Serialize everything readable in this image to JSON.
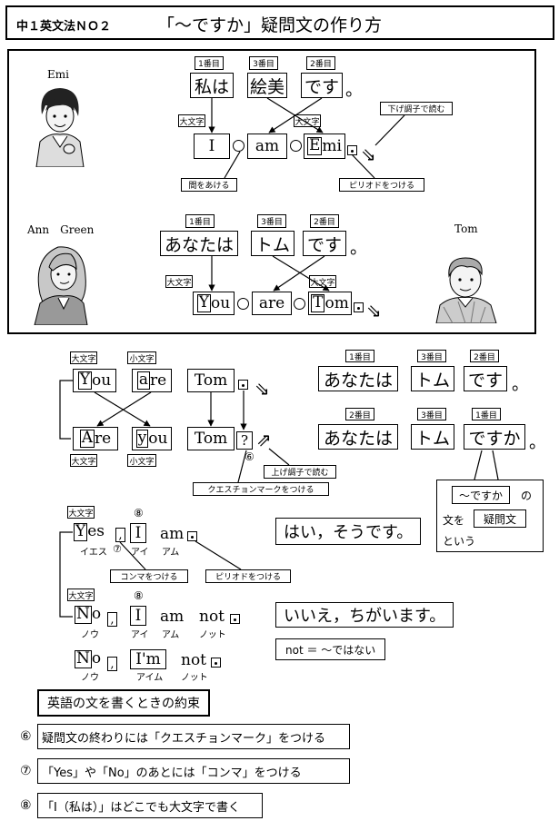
{
  "header": {
    "grade": "中１英文法ＮＯ２",
    "title": "「～ですか」疑問文の作り方"
  },
  "labels": {
    "first": "1番目",
    "second": "2番目",
    "third": "3番目",
    "capital": "大文字",
    "lowercase": "小文字",
    "space": "間をあける",
    "period": "ピリオドをつける",
    "falling": "下げ調子で読む",
    "rising": "上げ調子で読む",
    "qmark": "クエスチョンマークをつける",
    "comma": "コンマをつける",
    "period2": "ピリオドをつける"
  },
  "characters": {
    "emi": "Emi",
    "ann": "Ann　Green",
    "tom": "Tom"
  },
  "ex1": {
    "ja": [
      "私は",
      "絵美",
      "です"
    ],
    "ja_end": "。",
    "en_1": "I",
    "en_2": "am",
    "en_3_cap": "E",
    "en_3_rest": "mi"
  },
  "ex2": {
    "ja": [
      "あなたは",
      "トム",
      "です"
    ],
    "ja_end": "。",
    "en_1_cap": "Y",
    "en_1_rest": "ou",
    "en_2": "are",
    "en_3_cap": "T",
    "en_3_rest": "om"
  },
  "stmt": {
    "w1_cap": "Y",
    "w1_rest": "ou",
    "w2_cap": "a",
    "w2_rest": "re",
    "w3": "Tom"
  },
  "quest": {
    "w1_cap": "A",
    "w1_rest": "re",
    "w2_cap": "y",
    "w2_rest": "ou",
    "w3": "Tom",
    "qmark": "?"
  },
  "stmt_ja": [
    "あなたは",
    "トム",
    "です"
  ],
  "quest_ja": [
    "あなたは",
    "トム",
    "ですか"
  ],
  "ja_end": "。",
  "desu_ka": {
    "term": "～ですか",
    "no": "の",
    "bun_wo": "文を",
    "gimonbun": "疑問文",
    "iu": "という"
  },
  "ans_yes": {
    "yes_cap": "Y",
    "yes_rest": "es",
    "comma": ",",
    "i": "I",
    "am": "am",
    "kana": [
      "イエス",
      "アイ",
      "アム"
    ],
    "ja": "はい，そうです。"
  },
  "ans_no": {
    "no_cap": "N",
    "no_rest": "o",
    "comma": ",",
    "i": "I",
    "am": "am",
    "not": "not",
    "kana": [
      "ノウ",
      "アイ",
      "アム",
      "ノット"
    ],
    "ja": "いいえ，ちがいます。",
    "note": "not ＝ ～ではない"
  },
  "ans_no2": {
    "no_cap": "N",
    "no_rest": "o",
    "comma": ",",
    "im": "I'm",
    "not": "not",
    "kana": [
      "ノウ",
      "アイム",
      "ノット"
    ]
  },
  "marks": {
    "six": "⑥",
    "seven": "⑦",
    "eight": "⑧"
  },
  "rules": {
    "heading": "英語の文を書くときの約束",
    "items": [
      {
        "mark": "⑥",
        "text": "疑問文の終わりには「クエスチョンマーク」をつける"
      },
      {
        "mark": "⑦",
        "text": "「Yes」や「No」のあとには「コンマ」をつける"
      },
      {
        "mark": "⑧",
        "text": "「I（私は）」はどこでも大文字で書く"
      }
    ]
  }
}
